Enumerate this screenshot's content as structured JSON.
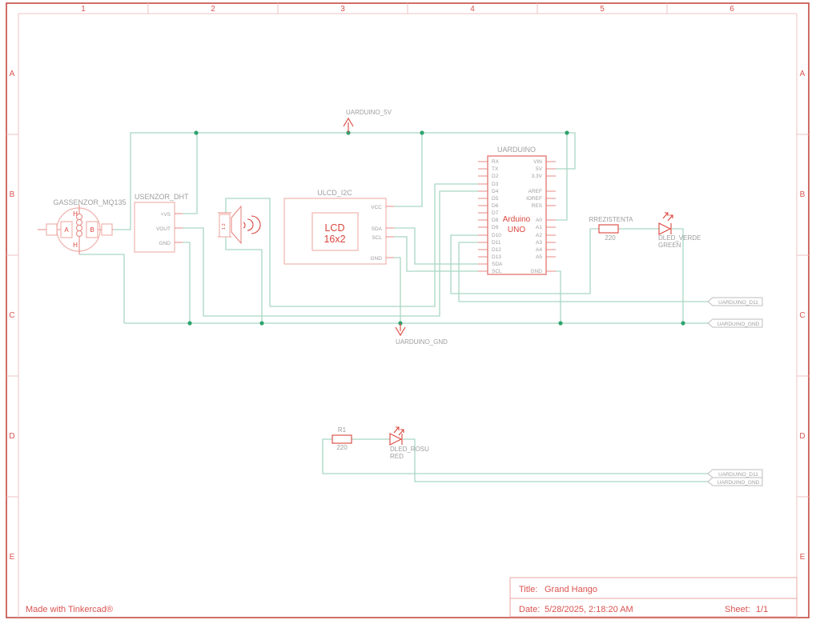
{
  "frame": {
    "columns": [
      "1",
      "2",
      "3",
      "4",
      "5",
      "6"
    ],
    "rows": [
      "A",
      "B",
      "C",
      "D",
      "E"
    ]
  },
  "title_block": {
    "title_label": "Title:",
    "title": "Grand Hango",
    "date_label": "Date:",
    "date": "5/28/2025, 2:18:20 AM",
    "sheet_label": "Sheet:",
    "sheet": "1/1"
  },
  "footer": {
    "credit": "Made with Tinkercad®"
  },
  "power": {
    "v5_label": "UARDUINO_5V",
    "gnd_label": "UARDUINO_GND"
  },
  "net_flags": {
    "d11": "UARDUINO_D11",
    "gnd": "UARDUINO_GND"
  },
  "components": {
    "gas_sensor": {
      "name": "GASSENZOR_MQ135",
      "pin_a": "A",
      "pin_b": "B",
      "pin_h_top": "H",
      "pin_h_bottom": "H"
    },
    "dht": {
      "name": "USENZOR_DHT",
      "pins": [
        "+VS",
        "VOUT",
        "GND"
      ]
    },
    "speaker": {
      "pins_label": "1 2"
    },
    "lcd": {
      "name": "ULCD_I2C",
      "display_line1": "LCD",
      "display_line2": "16x2",
      "pins": [
        "VCC",
        "SDA",
        "SCL",
        "GND"
      ]
    },
    "arduino": {
      "name": "UARDUINO",
      "label_line1": "Arduino",
      "label_line2": "UNO",
      "left_pins": [
        "RX",
        "TX",
        "D2",
        "D3",
        "D4",
        "D5",
        "D6",
        "D7",
        "D8",
        "D9",
        "D10",
        "D11",
        "D12",
        "D13",
        "SDA",
        "SCL"
      ],
      "right_pins": [
        "VIN",
        "5V",
        "3.3V",
        "AREF",
        "IOREF",
        "RES",
        "A0",
        "A1",
        "A2",
        "A3",
        "A4",
        "A5",
        "GND"
      ]
    },
    "resistor_green": {
      "name": "RREZISTENTA",
      "value": "220"
    },
    "led_green": {
      "name": "DLED_VERDE",
      "color_label": "GREEN"
    },
    "resistor_red": {
      "name": "R1",
      "value": "220"
    },
    "led_red": {
      "name": "DLED_ROSU",
      "color_label": "RED"
    }
  },
  "colors": {
    "wire": "#a9d7c4",
    "junction": "#2fa36e",
    "component_outline": "#efb3ae",
    "symbol_red": "#d9453d",
    "label_gray": "#9e9e9e",
    "frame_red": "#c34a42",
    "frame_light": "#eec3c0",
    "text_red": "#d9534f"
  }
}
